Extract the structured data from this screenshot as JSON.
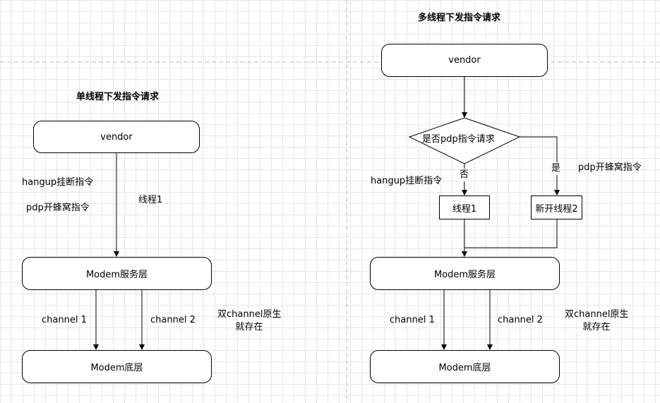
{
  "left": {
    "title": "单线程下发指令请求",
    "vendor": "vendor",
    "label_hangup": "hangup挂断指令",
    "label_pdp": "pdp开蜂窝指令",
    "label_thread": "线程1",
    "service": "Modem服务层",
    "channel1": "channel 1",
    "channel2": "channel 2",
    "note_line1": "双channel原生",
    "note_line2": "就存在",
    "bottom": "Modem底层"
  },
  "right": {
    "title": "多线程下发指令请求",
    "vendor": "vendor",
    "decision": "是否pdp指令请求",
    "no_label": "否",
    "yes_label": "是",
    "label_hangup": "hangup挂断指令",
    "label_pdp": "pdp开蜂窝指令",
    "thread1": "线程1",
    "thread2": "新开线程2",
    "service": "Modem服务层",
    "channel1": "channel 1",
    "channel2": "channel 2",
    "note_line1": "双channel原生",
    "note_line2": "就存在",
    "bottom": "Modem底层"
  }
}
